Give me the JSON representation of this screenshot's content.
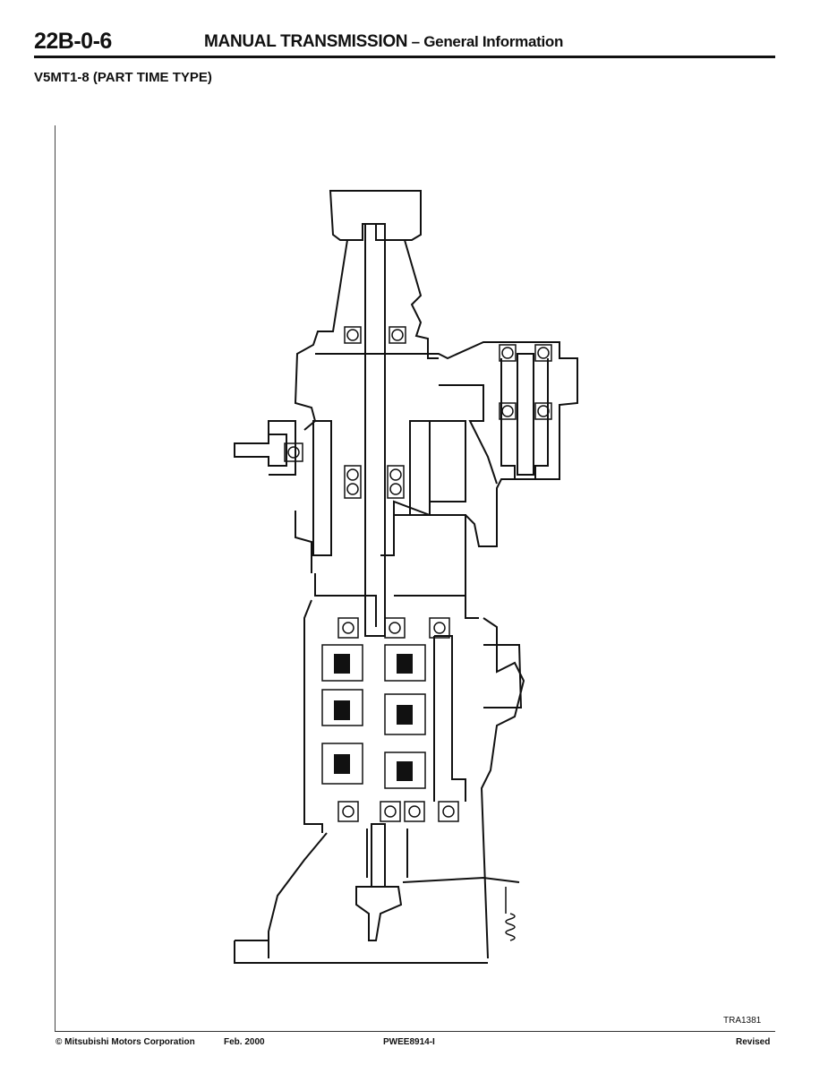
{
  "header": {
    "page_number": "22B-0-6",
    "title": "MANUAL TRANSMISSION",
    "separator": " – ",
    "subtitle": "General Information"
  },
  "section": {
    "title": "V5MT1-8 (PART TIME TYPE)"
  },
  "figure": {
    "description": "Cross-sectional drawing of V5MT1-8 part time type manual transmission with transfer case",
    "figure_id": "TRA1381"
  },
  "footer": {
    "copyright": "© Mitsubishi Motors Corporation",
    "date": "Feb. 2000",
    "doc_code": "PWEE8914-I",
    "status": "Revised"
  }
}
